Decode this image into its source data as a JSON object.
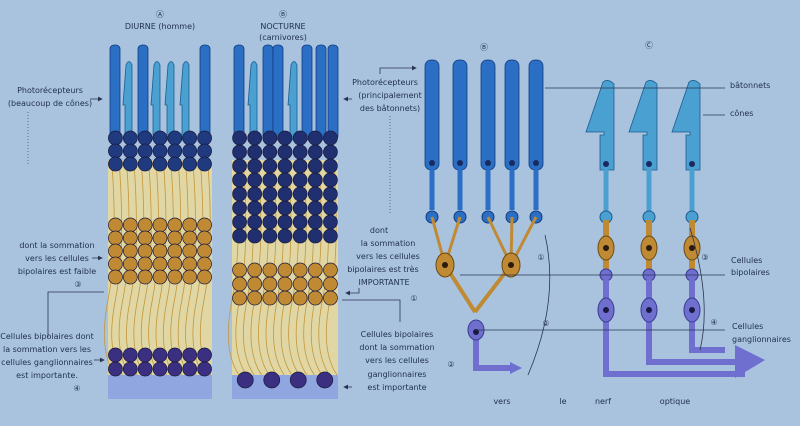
{
  "panel_a": {
    "marker": "Ⓐ",
    "title": "DIURNE (homme)"
  },
  "panel_b": {
    "marker": "Ⓑ",
    "title": "NOCTURNE",
    "subtitle": "(carnivores)"
  },
  "left_labels": {
    "photo_1": "Photorécepteurs",
    "photo_2": "(beaucoup de cônes)",
    "somm_1": "dont la sommation",
    "somm_2": "vers les cellules",
    "somm_3": "bipolaires est faible",
    "num_3": "③",
    "bip_1": "Cellules bipolaires dont",
    "bip_2": "la sommation vers les",
    "bip_3": "cellules ganglionnaires",
    "bip_4": "est importante.",
    "num_4": "④"
  },
  "middle_labels": {
    "photo_1": "Photorécepteurs",
    "photo_2": "(principalement",
    "photo_3": "des bâtonnets)",
    "somm_1": "dont",
    "somm_2": "la sommation",
    "somm_3": "vers les cellules",
    "somm_4": "bipolaires est très",
    "somm_5": "IMPORTANTE",
    "num_1": "①",
    "bip_1": "Cellules bipolaires",
    "bip_2": "dont la sommation",
    "bip_3": "vers les cellules",
    "bip_4": "ganglionnaires",
    "bip_5": "est importante",
    "num_2": "②"
  },
  "schema": {
    "marker_b": "Ⓑ",
    "marker_c": "Ⓒ",
    "num_1": "①",
    "num_2": "②",
    "num_3": "③",
    "num_4": "④",
    "batonnets": "bâtonnets",
    "cones": "cônes",
    "bipolaires_1": "Cellules",
    "bipolaires_2": "bipolaires",
    "ganglion_1": "Cellules",
    "ganglion_2": "ganglionnaires",
    "bottom": [
      "vers",
      "le",
      "nerf",
      "optique"
    ]
  },
  "colors": {
    "background": "#a9c3df",
    "rod": "#2a6fc4",
    "cone": "#4aa0d0",
    "bipolar": "#c08a35",
    "ganglion": "#6f6fd0",
    "dark_nucleus": "#1a2a60"
  }
}
